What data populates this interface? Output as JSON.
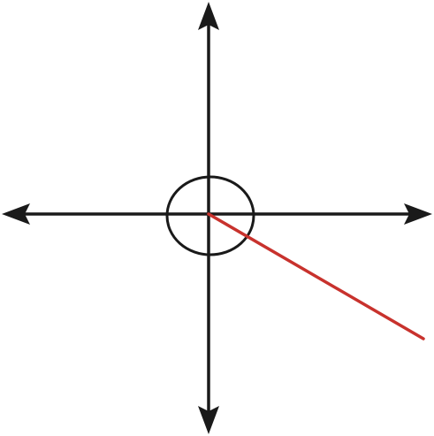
{
  "diagram": {
    "type": "angle-on-coordinate-axes",
    "axes": {
      "color": "#1a1a1a",
      "arrowheads": "both-ends-both-axes"
    },
    "terminal_ray": {
      "color": "#c8322d",
      "direction_deg": -27.5,
      "quadrant": "IV"
    },
    "angle_arc": {
      "color": "#1a1a1a",
      "shape": "ellipse",
      "rotation": "counterclockwise",
      "turns_beyond_full": 1,
      "approx_total_deg": 692.5
    }
  }
}
